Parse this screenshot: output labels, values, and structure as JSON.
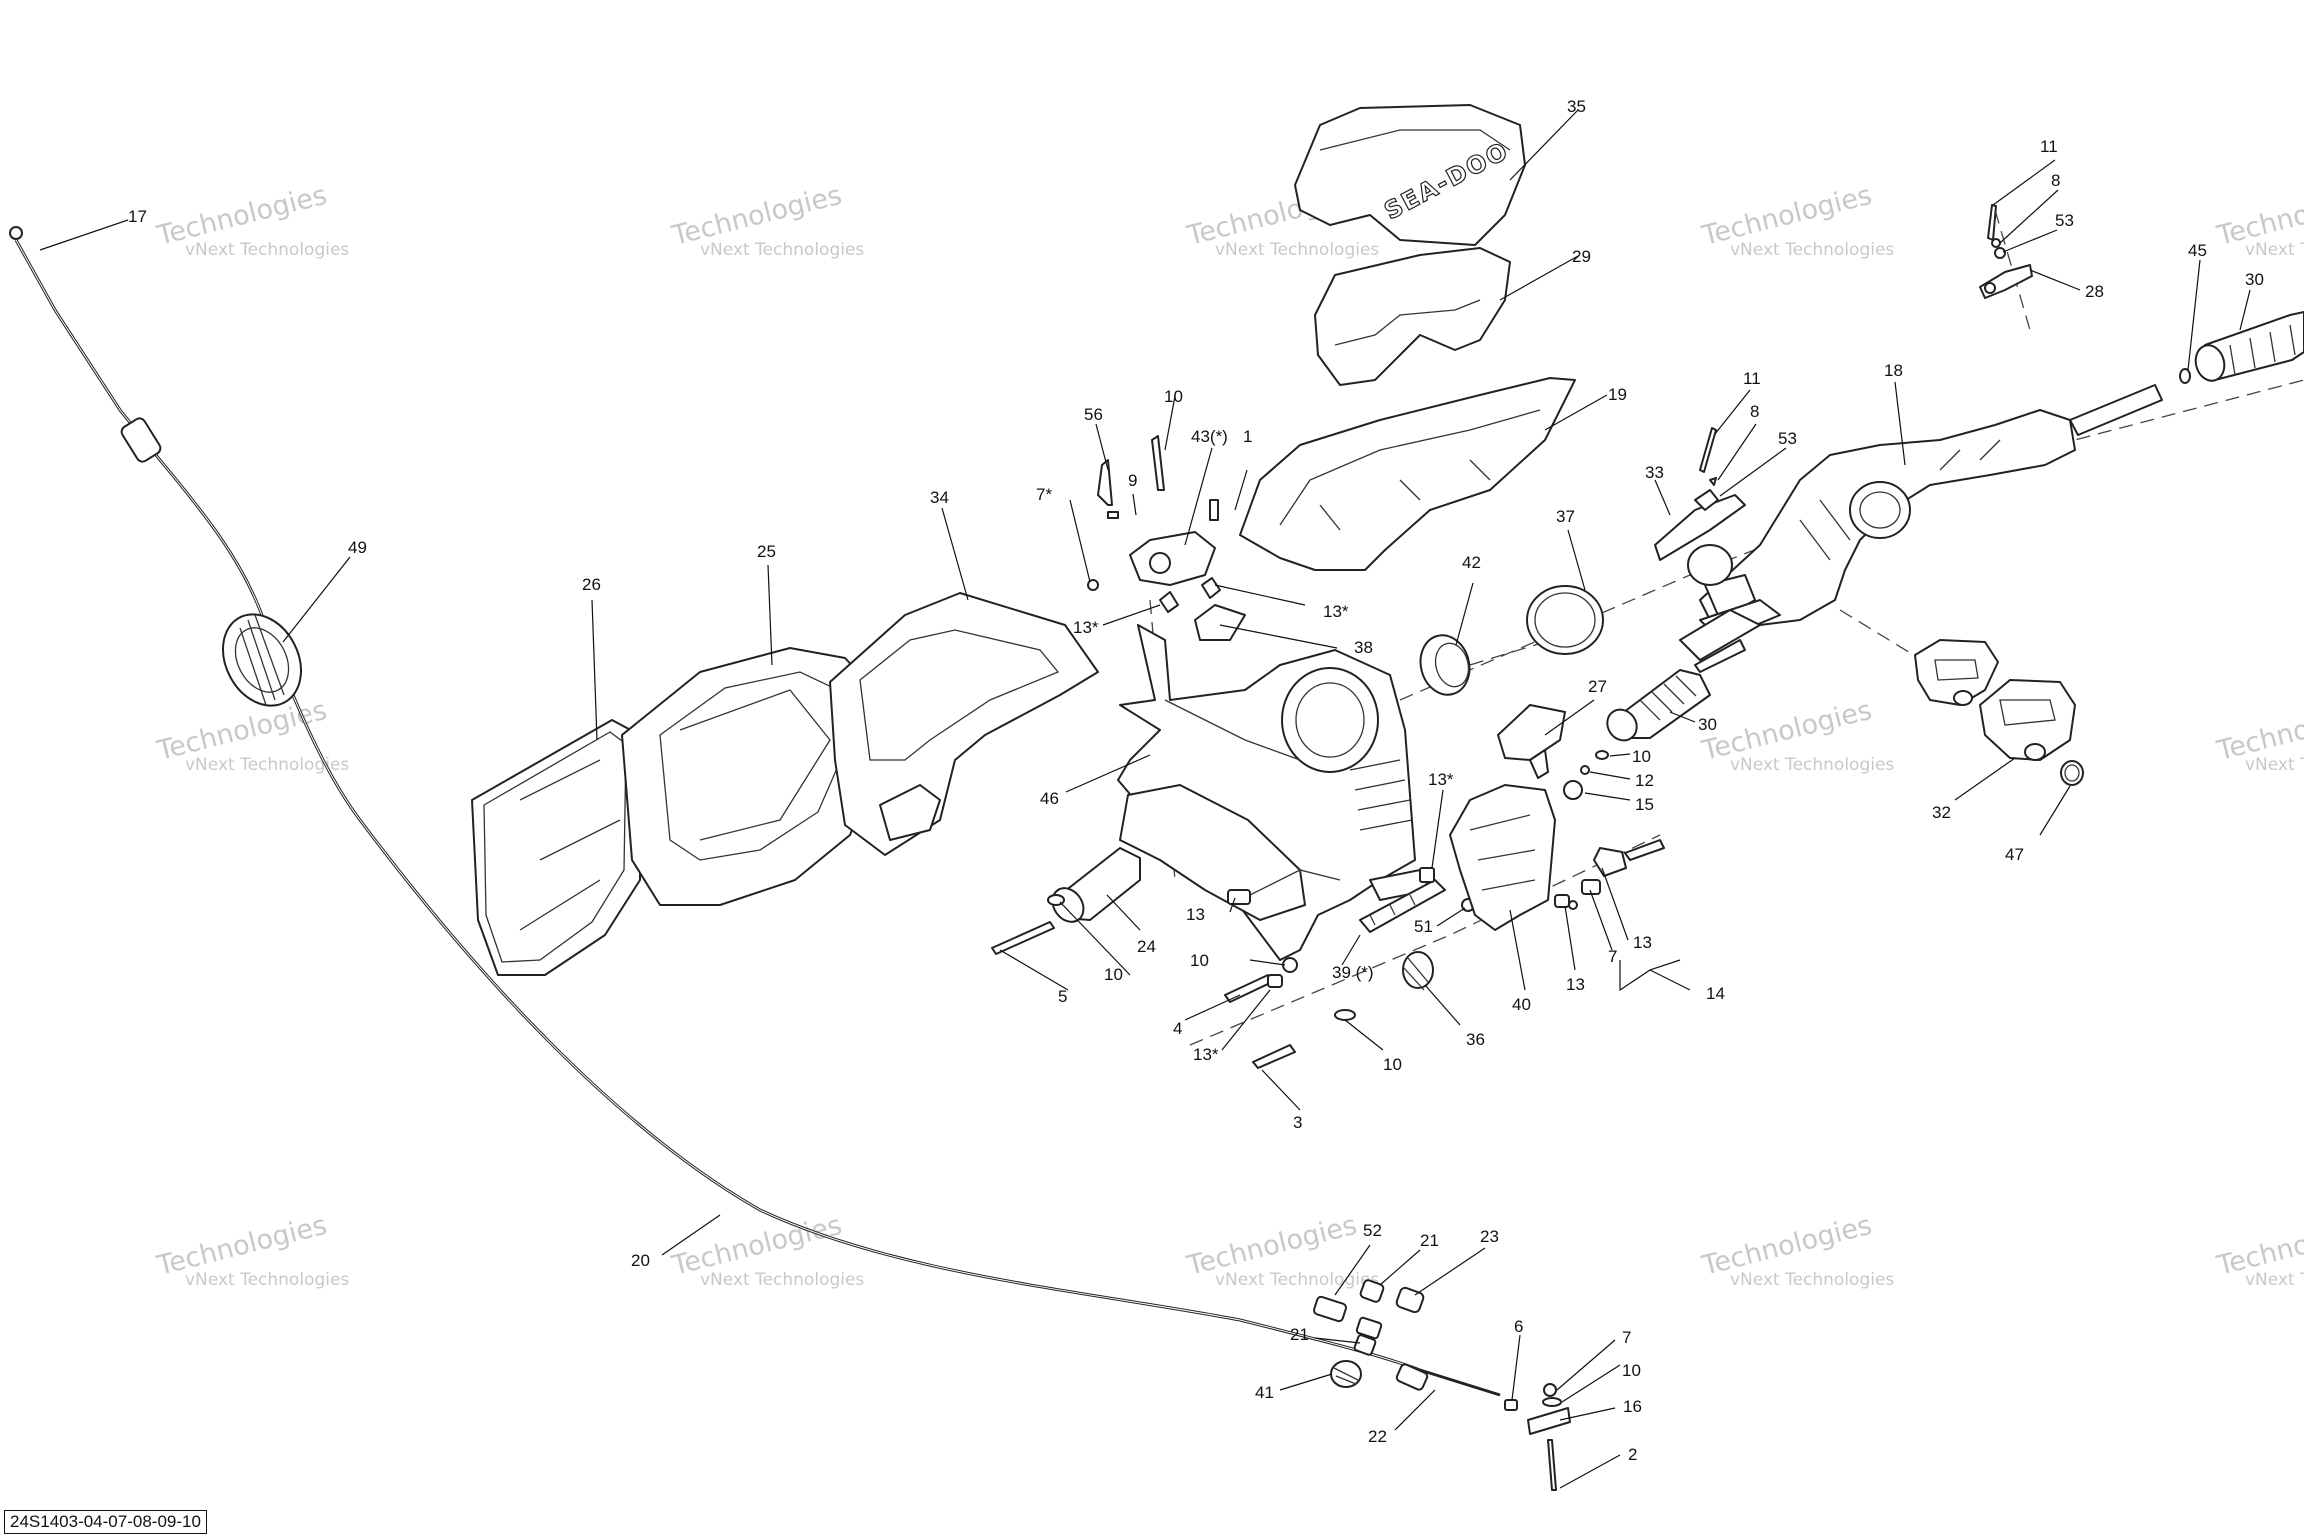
{
  "watermark": {
    "line1": "vNext Technologies",
    "line2": "Technologies"
  },
  "drawing_number": "24S1403-04-07-08-09-10",
  "logo_text": "SEA-DOO",
  "callouts": [
    {
      "id": "c01",
      "text": "17"
    },
    {
      "id": "c02",
      "text": "49"
    },
    {
      "id": "c03",
      "text": "26"
    },
    {
      "id": "c04",
      "text": "25"
    },
    {
      "id": "c05",
      "text": "34"
    },
    {
      "id": "c06",
      "text": "35"
    },
    {
      "id": "c07",
      "text": "29"
    },
    {
      "id": "c08",
      "text": "19"
    },
    {
      "id": "c09",
      "text": "56"
    },
    {
      "id": "c10",
      "text": "10"
    },
    {
      "id": "c11",
      "text": "43(*)"
    },
    {
      "id": "c12",
      "text": "1"
    },
    {
      "id": "c13",
      "text": "9"
    },
    {
      "id": "c14",
      "text": "7*"
    },
    {
      "id": "c15",
      "text": "13*"
    },
    {
      "id": "c16",
      "text": "13*"
    },
    {
      "id": "c17",
      "text": "38"
    },
    {
      "id": "c18",
      "text": "46"
    },
    {
      "id": "c19",
      "text": "42"
    },
    {
      "id": "c20",
      "text": "37"
    },
    {
      "id": "c21",
      "text": "27"
    },
    {
      "id": "c22",
      "text": "30"
    },
    {
      "id": "c23",
      "text": "10"
    },
    {
      "id": "c24",
      "text": "12"
    },
    {
      "id": "c25",
      "text": "15"
    },
    {
      "id": "c26",
      "text": "13*"
    },
    {
      "id": "c27",
      "text": "11"
    },
    {
      "id": "c28",
      "text": "8"
    },
    {
      "id": "c29",
      "text": "53"
    },
    {
      "id": "c30",
      "text": "33"
    },
    {
      "id": "c31",
      "text": "18"
    },
    {
      "id": "c32",
      "text": "11"
    },
    {
      "id": "c33",
      "text": "8"
    },
    {
      "id": "c34",
      "text": "53"
    },
    {
      "id": "c35",
      "text": "28"
    },
    {
      "id": "c36",
      "text": "45"
    },
    {
      "id": "c37",
      "text": "30"
    },
    {
      "id": "c38",
      "text": "32"
    },
    {
      "id": "c39",
      "text": "47"
    },
    {
      "id": "c40",
      "text": "24"
    },
    {
      "id": "c41",
      "text": "10"
    },
    {
      "id": "c42",
      "text": "5"
    },
    {
      "id": "c43",
      "text": "13"
    },
    {
      "id": "c44",
      "text": "10"
    },
    {
      "id": "c45",
      "text": "4"
    },
    {
      "id": "c46",
      "text": "13*"
    },
    {
      "id": "c47",
      "text": "39 (*)"
    },
    {
      "id": "c48",
      "text": "51"
    },
    {
      "id": "c49",
      "text": "10"
    },
    {
      "id": "c50",
      "text": "3"
    },
    {
      "id": "c51",
      "text": "36"
    },
    {
      "id": "c52",
      "text": "40"
    },
    {
      "id": "c53",
      "text": "13"
    },
    {
      "id": "c54",
      "text": "7"
    },
    {
      "id": "c55",
      "text": "13"
    },
    {
      "id": "c56",
      "text": "14"
    },
    {
      "id": "c57",
      "text": "20"
    },
    {
      "id": "c58",
      "text": "52"
    },
    {
      "id": "c59",
      "text": "21"
    },
    {
      "id": "c60",
      "text": "23"
    },
    {
      "id": "c61",
      "text": "21"
    },
    {
      "id": "c62",
      "text": "41"
    },
    {
      "id": "c63",
      "text": "22"
    },
    {
      "id": "c64",
      "text": "6"
    },
    {
      "id": "c65",
      "text": "7"
    },
    {
      "id": "c66",
      "text": "10"
    },
    {
      "id": "c67",
      "text": "16"
    },
    {
      "id": "c68",
      "text": "2"
    }
  ]
}
